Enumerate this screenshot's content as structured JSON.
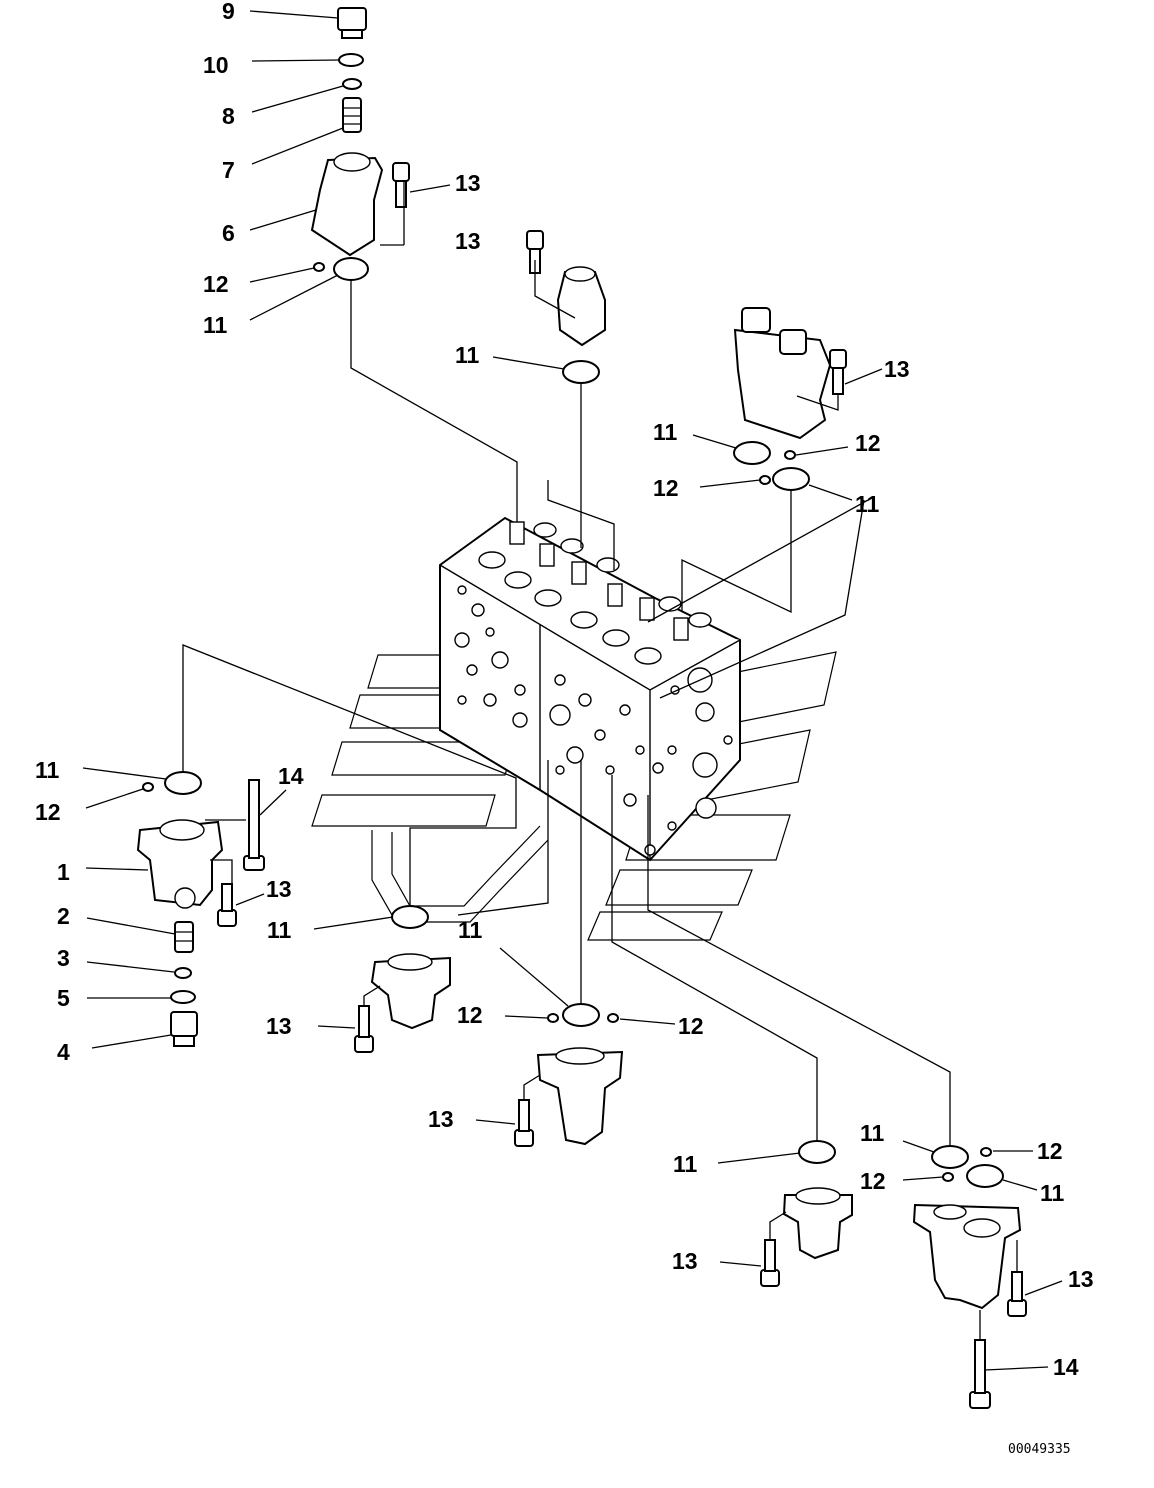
{
  "callouts": [
    {
      "label": "9"
    },
    {
      "label": "10"
    },
    {
      "label": "8"
    },
    {
      "label": "7"
    },
    {
      "label": "6"
    },
    {
      "label": "13"
    },
    {
      "label": "12"
    },
    {
      "label": "11"
    },
    {
      "label": "13"
    },
    {
      "label": "11"
    },
    {
      "label": "13"
    },
    {
      "label": "11"
    },
    {
      "label": "12"
    },
    {
      "label": "12"
    },
    {
      "label": "11"
    },
    {
      "label": "11"
    },
    {
      "label": "12"
    },
    {
      "label": "14"
    },
    {
      "label": "1"
    },
    {
      "label": "13"
    },
    {
      "label": "2"
    },
    {
      "label": "3"
    },
    {
      "label": "5"
    },
    {
      "label": "4"
    },
    {
      "label": "11"
    },
    {
      "label": "11"
    },
    {
      "label": "13"
    },
    {
      "label": "12"
    },
    {
      "label": "12"
    },
    {
      "label": "13"
    },
    {
      "label": "11"
    },
    {
      "label": "11"
    },
    {
      "label": "12"
    },
    {
      "label": "12"
    },
    {
      "label": "11"
    },
    {
      "label": "13"
    },
    {
      "label": "13"
    },
    {
      "label": "14"
    }
  ],
  "drawing_number": "00049335"
}
